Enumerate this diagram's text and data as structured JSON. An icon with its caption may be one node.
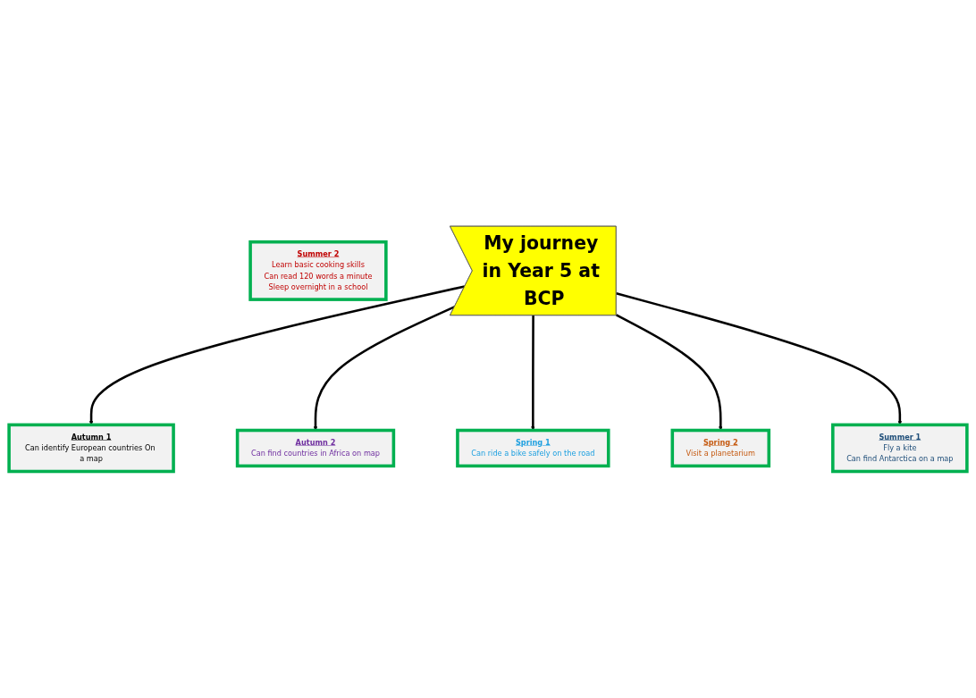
{
  "diagram": {
    "nodes": [
      {
        "text": [
          "My journey in Year 5 at BCP"
        ]
      },
      {
        "text": [
          "Autumn 1",
          "Can identify European countries On a map"
        ]
      },
      {
        "text": [
          "Autumn 2",
          "Can find countries in Africa on map"
        ]
      },
      {
        "text": [
          "Spring 1",
          "Can ride a bike safely on the road"
        ]
      },
      {
        "text": [
          "Spring 2",
          "Visit a planetarium"
        ]
      },
      {
        "text": [
          "Summer 1",
          "Fly a kite",
          "Can find Antarctica on a map"
        ]
      },
      {
        "text": [
          "Summer 2",
          "Learn basic cooking skills",
          "Can read 120 words a minute",
          "Sleep overnight in a school"
        ]
      }
    ],
    "edges": [
      {
        "from": 0,
        "to": 1,
        "arrow": "to"
      },
      {
        "from": 0,
        "to": 2,
        "arrow": "to"
      },
      {
        "from": 0,
        "to": 3,
        "arrow": "to"
      },
      {
        "from": 0,
        "to": 4,
        "arrow": "to"
      },
      {
        "from": 0,
        "to": 5,
        "arrow": "to"
      }
    ]
  }
}
